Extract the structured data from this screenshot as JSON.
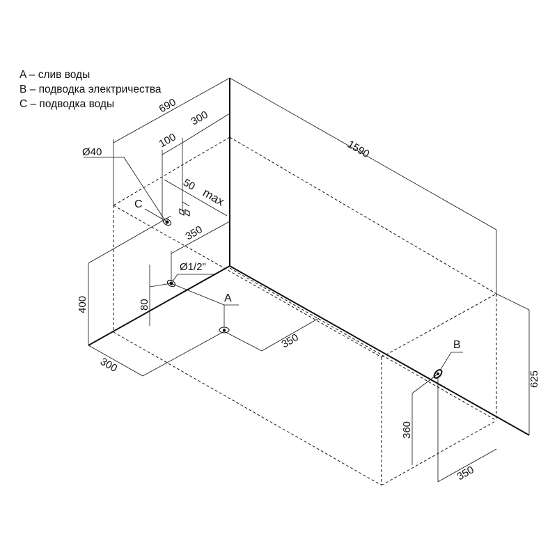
{
  "legend": {
    "a": "A – слив воды",
    "b": "B – подводка электричества",
    "c": "C – подводка воды"
  },
  "labels": {
    "dim_690": "690",
    "dim_300_top": "300",
    "dim_100": "100",
    "dim_50": "50",
    "max": "max",
    "dim_1590": "1590",
    "dia_40": "Ø40",
    "callout_c": "C",
    "dim_350_upper": "350",
    "dia_half": "Ø1/2\"",
    "callout_a": "A",
    "dim_400": "400",
    "dim_80": "80",
    "dim_350_mid": "350",
    "dim_300_left": "300",
    "callout_b": "B",
    "dim_625": "625",
    "dim_360": "360",
    "dim_350_bottom": "350"
  }
}
